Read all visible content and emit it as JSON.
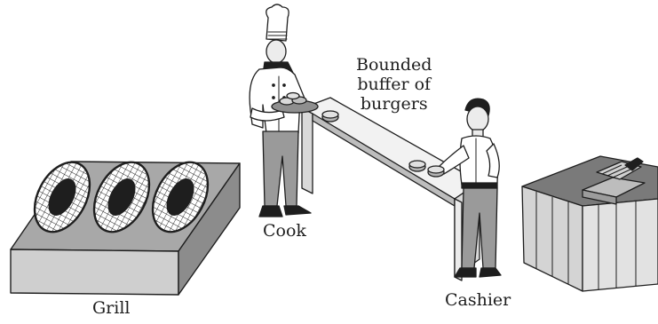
{
  "labels": {
    "grill": "Grill",
    "cook": "Cook",
    "cashier": "Cashier",
    "buffer": [
      "Bounded",
      "buffer of",
      "burgers"
    ]
  },
  "colors": {
    "outline": "#1e1e1e",
    "grill_top": "#a8a8a8",
    "grill_front": "#cfcfcf",
    "grill_side": "#8c8c8c",
    "counter_top": "#f2f2f2",
    "counter_front": "#d9d9d9",
    "register_top": "#7a7a7a",
    "register_front": "#d4d4d4",
    "skin": "#e8e8e8",
    "pants": "#9a9a9a",
    "shirt": "#ffffff"
  },
  "icons": {
    "grill": "grill-illustration",
    "cook": "cook-figure-icon",
    "cashier": "cashier-figure-icon",
    "buffer": "burger-counter-icon",
    "register": "cash-register-icon"
  }
}
